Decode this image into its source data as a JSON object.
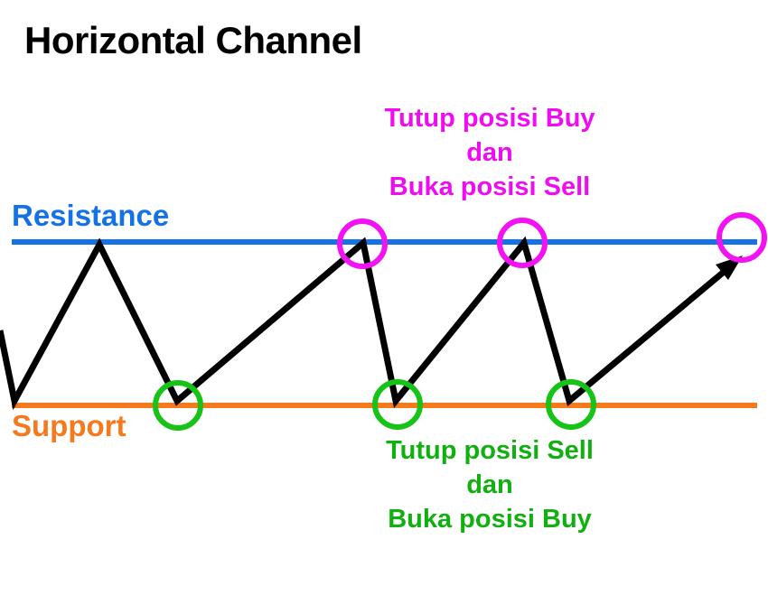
{
  "title": "Horizontal Channel",
  "levels": {
    "resistance_label": "Resistance",
    "support_label": "Support"
  },
  "annotations": {
    "at_resistance": {
      "line1": "Tutup posisi Buy",
      "line2": "dan",
      "line3": "Buka posisi Sell"
    },
    "at_support": {
      "line1": "Tutup posisi Sell",
      "line2": "dan",
      "line3": "Buka posisi Buy"
    }
  },
  "markers": {
    "resistance_touch_count": 3,
    "support_touch_count": 3
  },
  "icons": {
    "trend_arrow": "up-right-arrow"
  },
  "colors": {
    "background": "#FFFFFF",
    "title_text": "#000000",
    "resistance": "#1471E6",
    "support": "#F5791D",
    "price_line": "#000000",
    "resistance_touch_marker": "#F312F3",
    "support_touch_marker": "#16C316",
    "sell_annotation_text": "#F00CF0",
    "buy_annotation_text": "#10B010"
  }
}
